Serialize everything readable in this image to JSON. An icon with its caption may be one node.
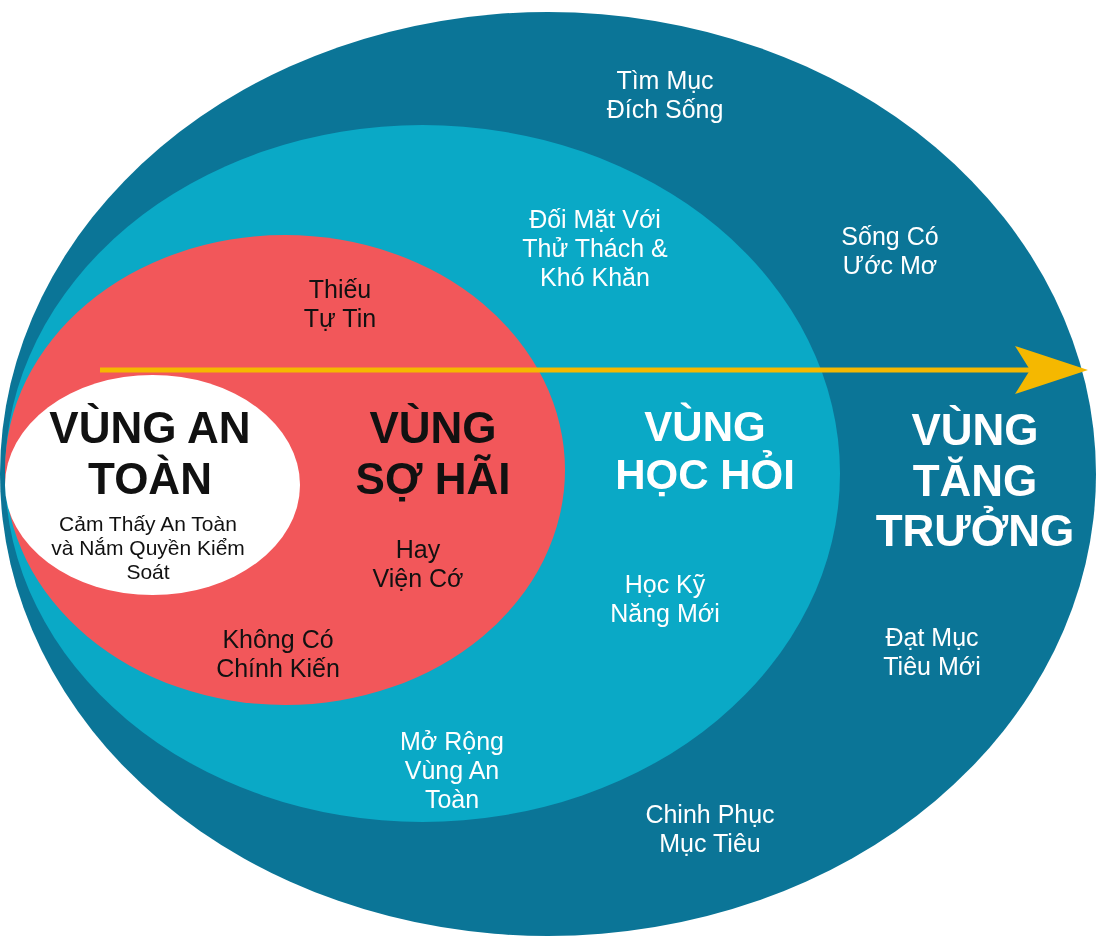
{
  "diagram": {
    "nodes": [
      {
        "text": [
          "Tìm Mục Đích Sống",
          "Sống Có Ước Mơ",
          "VÙNG TĂNG TRƯỞNG",
          "Đạt Mục Tiêu Mới",
          "Chinh Phục Mục Tiêu"
        ]
      },
      {
        "text": [
          "Đối Mặt Với Thử Thách & Khó Khăn",
          "VÙNG HỌC HỎI",
          "Học Kỹ Năng Mới",
          "Mở Rộng Vùng An Toàn"
        ],
        "in": 0
      },
      {
        "text": [
          "Thiếu Tự Tin",
          "VÙNG SỢ HÃI",
          "Hay Viện Cớ",
          "Không Có Chính Kiến"
        ],
        "in": 1
      },
      {
        "text": [
          "VÙNG AN TOÀN",
          "Cảm Thấy An Toàn và Nắm Quyền Kiểm Soát"
        ],
        "in": 2
      }
    ],
    "edges": []
  }
}
